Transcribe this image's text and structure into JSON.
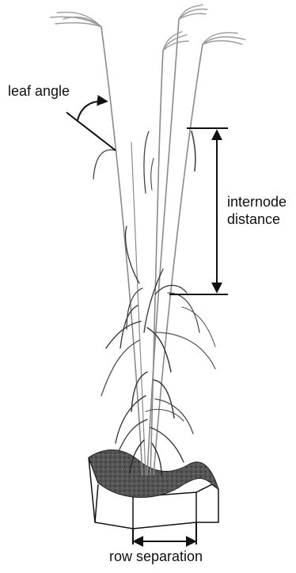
{
  "labels": {
    "leaf_angle": "leaf angle",
    "internode_line1": "internode",
    "internode_line2": "distance",
    "row_separation": "row separation"
  },
  "colors": {
    "ink": "#111111",
    "stem": "#8a8a8a",
    "panicle": "#9a9a9a",
    "leaf_dark": "#2a2a2a",
    "soil_top": "#4a4a4a",
    "soil_side": "#ffffff"
  }
}
